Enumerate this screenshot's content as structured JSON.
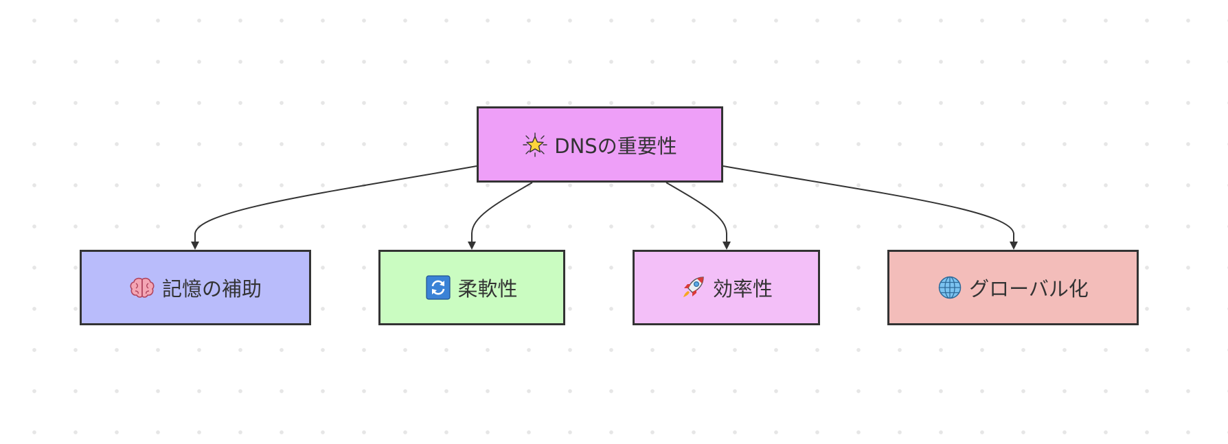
{
  "diagram": {
    "nodes": [
      {
        "id": "root",
        "label": "DNSの重要性",
        "icon": "glowing-star-icon",
        "fill": "#EE9FF8"
      },
      {
        "id": "memory",
        "label": "記憶の補助",
        "icon": "brain-icon",
        "fill": "#B9BCFB"
      },
      {
        "id": "flex",
        "label": "柔軟性",
        "icon": "arrows-cycle-icon",
        "fill": "#CAFCC1"
      },
      {
        "id": "eff",
        "label": "効率性",
        "icon": "rocket-icon",
        "fill": "#F3BFF8"
      },
      {
        "id": "global",
        "label": "グローバル化",
        "icon": "globe-icon",
        "fill": "#F3BDBA"
      }
    ],
    "edges": [
      {
        "from": "root",
        "to": "memory"
      },
      {
        "from": "root",
        "to": "flex"
      },
      {
        "from": "root",
        "to": "eff"
      },
      {
        "from": "root",
        "to": "global"
      }
    ],
    "colors": {
      "stroke": "#333333",
      "text": "#333333",
      "background": "#FFFFFF",
      "grid_dot": "#E6E6E6"
    }
  }
}
